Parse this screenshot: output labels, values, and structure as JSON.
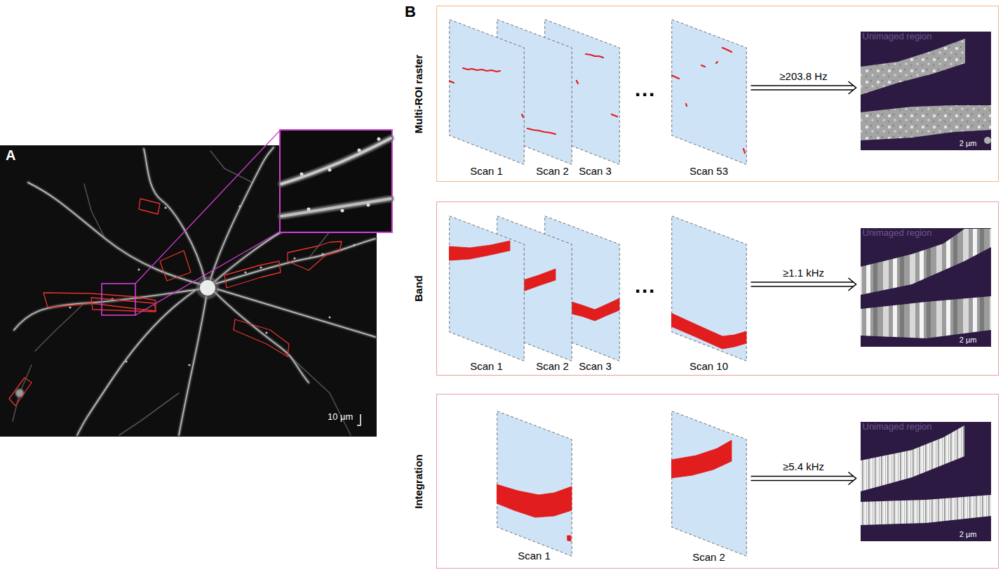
{
  "diagram": {
    "nodes": [
      {
        "text": [
          "A",
          "10 µm"
        ]
      },
      {
        "text": [
          "Multi-ROI raster"
        ]
      },
      {
        "text": [
          "Scan 1"
        ],
        "in": 1
      },
      {
        "text": [
          "Scan 2"
        ],
        "in": 1
      },
      {
        "text": [
          "Scan 3"
        ],
        "in": 1
      },
      {
        "text": [
          "Scan 53"
        ],
        "in": 1
      },
      {
        "text": [
          "Unimaged region",
          "2 µm"
        ],
        "in": 1
      },
      {
        "text": [
          "Band"
        ]
      },
      {
        "text": [
          "Scan 1"
        ],
        "in": 7
      },
      {
        "text": [
          "Scan 2"
        ],
        "in": 7
      },
      {
        "text": [
          "Scan 3"
        ],
        "in": 7
      },
      {
        "text": [
          "Scan 10"
        ],
        "in": 7
      },
      {
        "text": [
          "Unimaged region",
          "2 µm"
        ],
        "in": 7
      },
      {
        "text": [
          "Integration"
        ]
      },
      {
        "text": [
          "Scan 1"
        ],
        "in": 13
      },
      {
        "text": [
          "Scan 2"
        ],
        "in": 13
      },
      {
        "text": [
          "Unimaged region",
          "2 µm"
        ],
        "in": 13
      }
    ],
    "edges": [
      {
        "from": 5,
        "to": 6,
        "label": "≥203.8 Hz",
        "arrow": "to"
      },
      {
        "from": 11,
        "to": 12,
        "label": "≥1.1 kHz",
        "arrow": "to"
      },
      {
        "from": 15,
        "to": 16,
        "label": "≥5.4 kHz",
        "arrow": "to"
      }
    ],
    "labels": [
      "B",
      "···",
      "···"
    ]
  }
}
